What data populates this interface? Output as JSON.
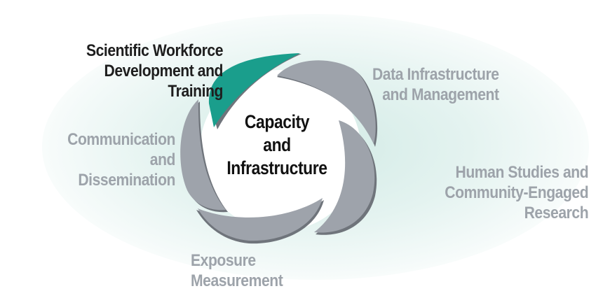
{
  "diagram": {
    "center": {
      "line1": "Capacity",
      "line2": "and",
      "line3": "Infrastructure"
    },
    "segments": [
      {
        "id": "workforce",
        "line1": "Scientific Workforce",
        "line2": "Development and Training",
        "highlighted": true,
        "color": "#1a9e8c"
      },
      {
        "id": "data",
        "line1": "Data Infrastructure",
        "line2": "and Management",
        "highlighted": false,
        "color": "#9ea3ab"
      },
      {
        "id": "human",
        "line1": "Human Studies and",
        "line2": "Community-Engaged Research",
        "highlighted": false,
        "color": "#9ea3ab"
      },
      {
        "id": "exposure",
        "line1": "Exposure Measurement",
        "highlighted": false,
        "color": "#9ea3ab"
      },
      {
        "id": "communication",
        "line1": "Communication",
        "line2": "and Dissemination",
        "highlighted": false,
        "color": "#9ea3ab"
      }
    ],
    "colors": {
      "accent": "#1a9e8c",
      "segment_gray": "#9ea3ab",
      "segment_shadow": "#6f747b",
      "label_gray": "#9da3aa",
      "label_dark": "#1e1e1e",
      "glow": "#d3ebe6"
    }
  }
}
